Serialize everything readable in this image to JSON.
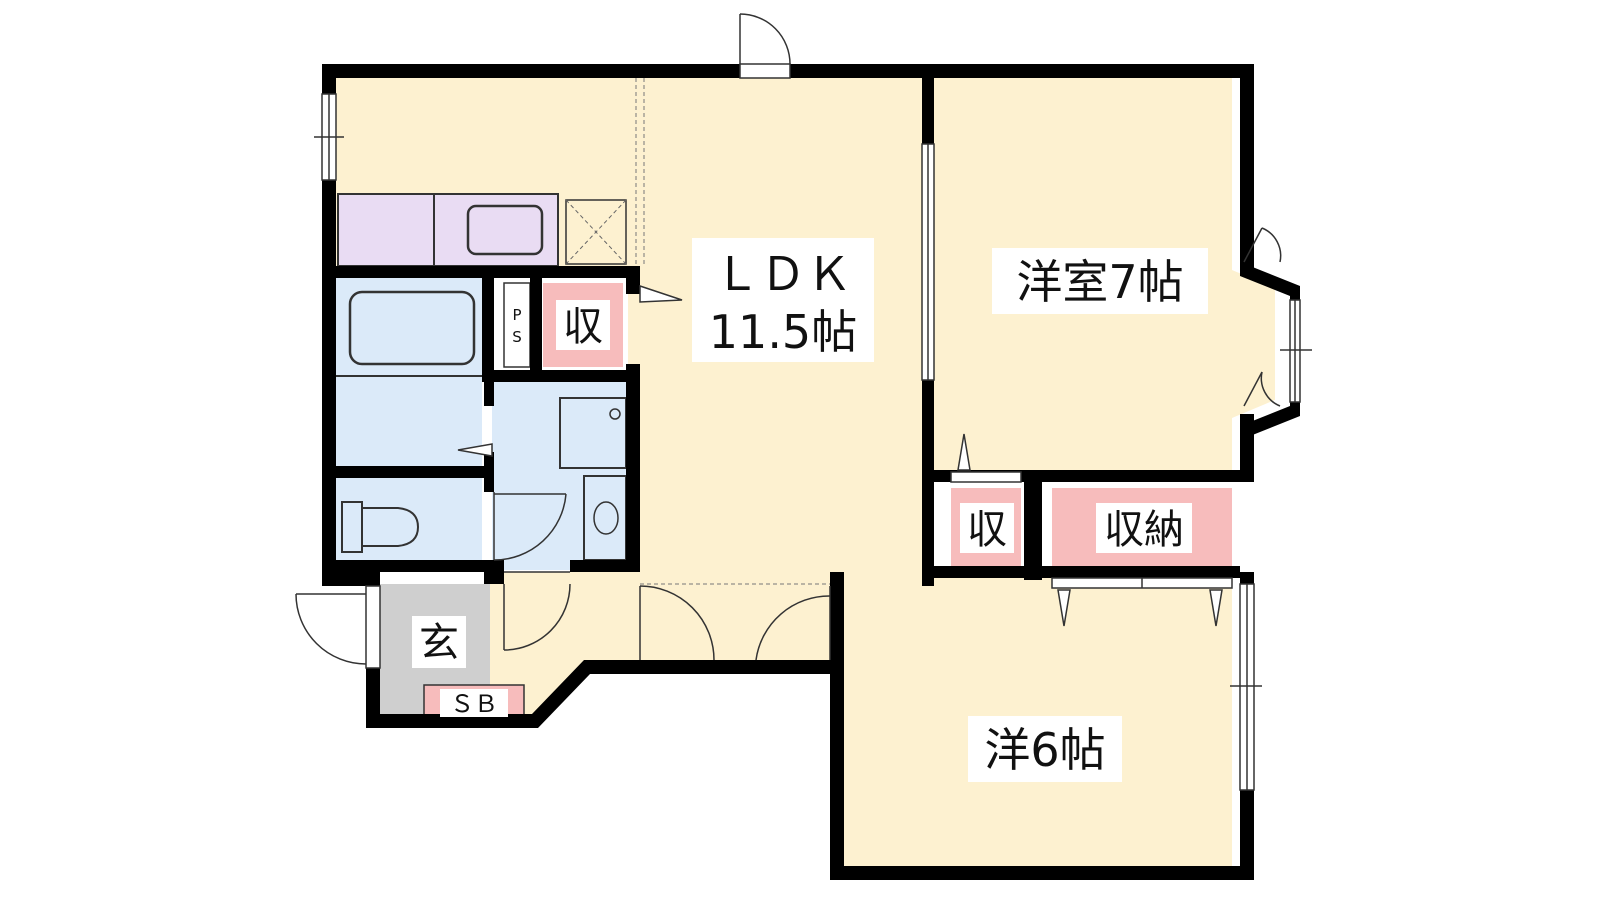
{
  "rooms": {
    "ldk": {
      "name": "ＬＤＫ",
      "size": "11.5帖"
    },
    "western_7": {
      "label": "洋室7帖"
    },
    "western_6": {
      "label": "洋6帖"
    },
    "storage_small_1": {
      "label": "収"
    },
    "storage_small_2": {
      "label": "収"
    },
    "storage_closet": {
      "label": "収納"
    },
    "entrance": {
      "label": "玄"
    },
    "shoe_box": {
      "label": "ＳＢ"
    },
    "pipe_space": {
      "line1": "P",
      "line2": "S"
    }
  },
  "colors": {
    "floor": "#fdf1d0",
    "wet_area": "#dbeaf9",
    "storage": "#f7bcbc",
    "kitchen": "#e9dcf3",
    "entrance": "#cfcfcf",
    "wall": "#000000"
  }
}
